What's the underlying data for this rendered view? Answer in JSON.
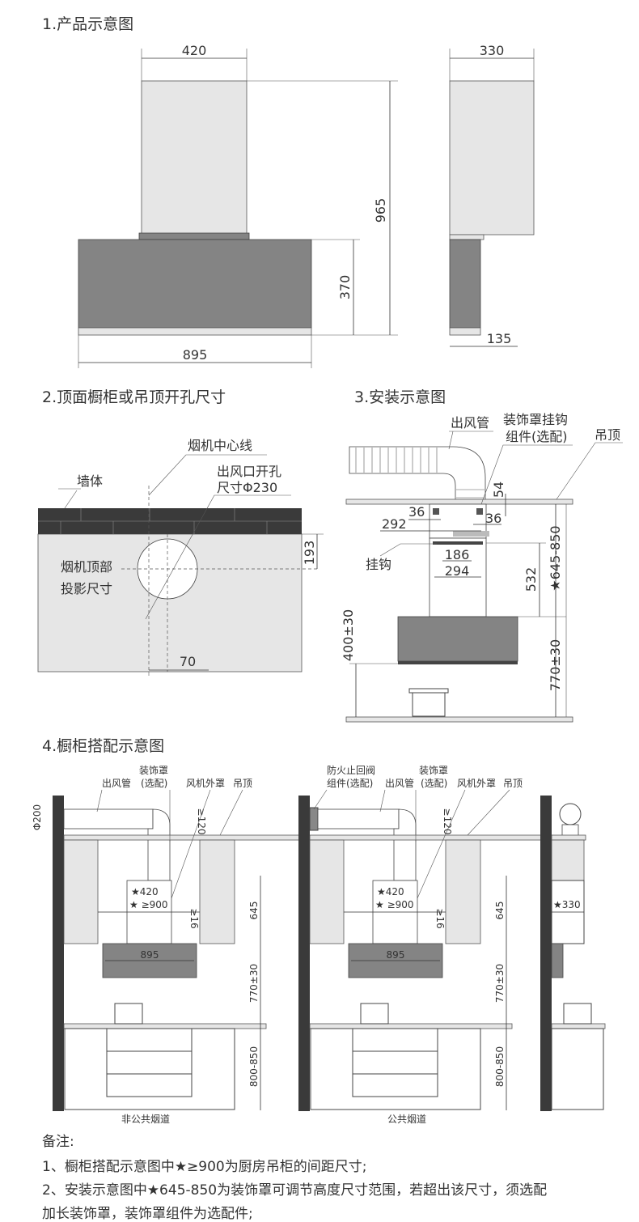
{
  "section1": {
    "title": "1.产品示意图",
    "dim_width_top": "420",
    "dim_height_total": "965",
    "dim_body_height": "370",
    "dim_width_body": "895",
    "dim_depth_top": "330",
    "dim_depth_body": "135"
  },
  "section2": {
    "title": "2.顶面橱柜或吊顶开孔尺寸",
    "label_centerline": "烟机中心线",
    "label_wall": "墙体",
    "label_outlet_1": "出风口开孔",
    "label_outlet_2": "尺寸Φ230",
    "label_projection_1": "烟机顶部",
    "label_projection_2": "投影尺寸",
    "dim_193": "193",
    "dim_70": "70"
  },
  "section3": {
    "title": "3.安装示意图",
    "label_duct": "出风管",
    "label_hook_kit_1": "装饰罩挂钩",
    "label_hook_kit_2": "组件(选配)",
    "label_ceiling": "吊顶",
    "label_hook": "挂钩",
    "dim_54": "54",
    "dim_36a": "36",
    "dim_36b": "36",
    "dim_292": "292",
    "dim_186": "186",
    "dim_294": "294",
    "dim_532": "532",
    "dim_645_850": "★645-850",
    "dim_400": "400±30",
    "dim_770": "770±30"
  },
  "section4": {
    "title": "4.橱柜搭配示意图",
    "left": {
      "caption": "非公共烟道",
      "label_duct": "出风管",
      "label_cover_1": "装饰罩",
      "label_cover_2": "(选配)",
      "label_fan_cover": "风机外罩",
      "label_ceiling": "吊顶",
      "dim_phi200": "Φ200",
      "dim_120": "≥120",
      "dim_420": "★420",
      "dim_900": "★ ≥900",
      "dim_16": "≥16",
      "dim_645": "645",
      "dim_895": "895",
      "dim_770": "770±30",
      "dim_800": "800-850"
    },
    "middle": {
      "caption": "公共烟道",
      "label_valve_1": "防火止回阀",
      "label_valve_2": "组件(选配)",
      "label_duct": "出风管",
      "label_cover_1": "装饰罩",
      "label_cover_2": "(选配)",
      "label_fan_cover": "风机外罩",
      "label_ceiling": "吊顶",
      "dim_120": "≥120",
      "dim_420": "★420",
      "dim_900": "★ ≥900",
      "dim_16": "≥16",
      "dim_645": "645",
      "dim_895": "895",
      "dim_770": "770±30",
      "dim_800": "800-850"
    },
    "right": {
      "dim_330": "★330"
    }
  },
  "notes": {
    "heading": "备注:",
    "items": [
      "1、橱柜搭配示意图中★≥900为厨房吊柜的间距尺寸;",
      "2、安装示意图中★645-850为装饰罩可调节高度尺寸范围，若超出该尺寸，须选配",
      "加长装饰罩，装饰罩组件为选配件;"
    ]
  }
}
